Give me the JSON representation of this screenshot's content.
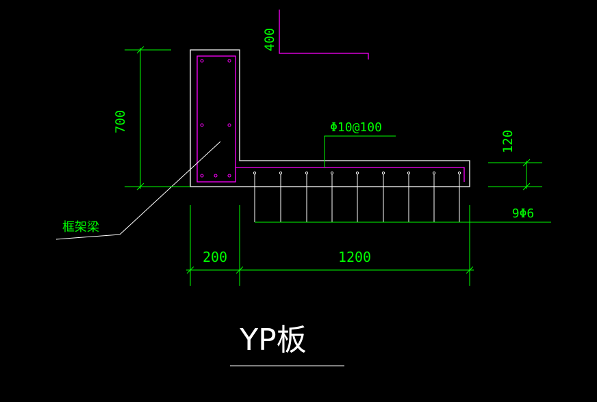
{
  "colors": {
    "background": "#000000",
    "outline": "#ffffff",
    "rebar": "#ff00ff",
    "dimension": "#00ff00",
    "label_green": "#00ff00",
    "label_white": "#ffffff"
  },
  "dimensions": {
    "beam_height": "700",
    "hook_length": "400",
    "slab_thickness": "120",
    "beam_width": "200",
    "slab_length": "1200"
  },
  "rebar": {
    "top_bar_label": "Φ10@100",
    "distribution_label": "9Φ6"
  },
  "labels": {
    "frame_beam": "框架梁",
    "title": "YP板"
  }
}
